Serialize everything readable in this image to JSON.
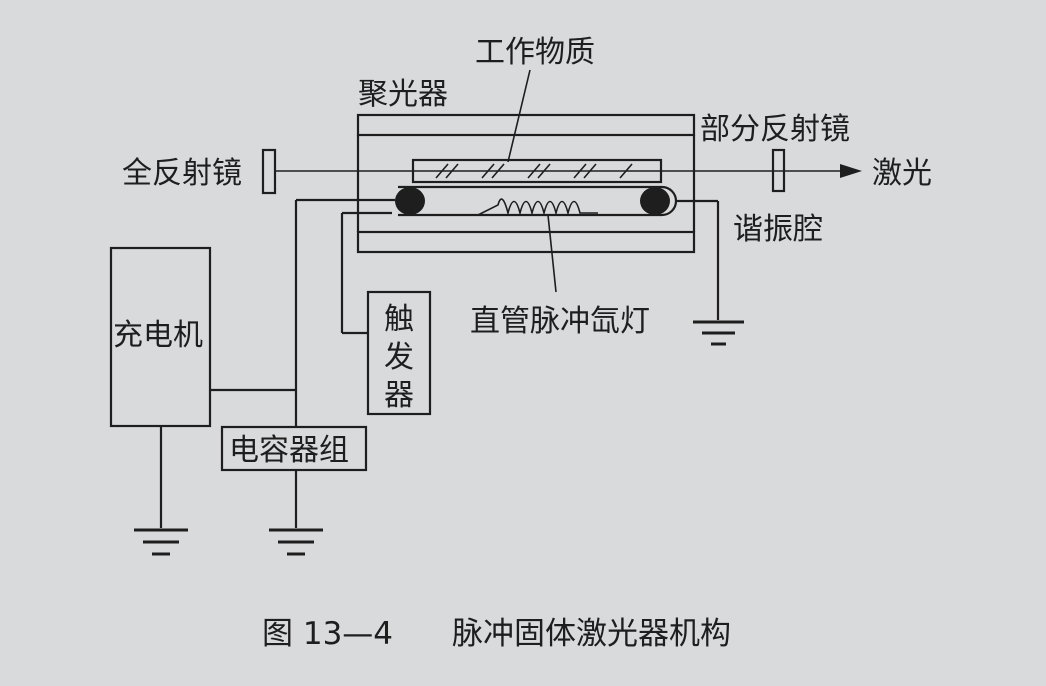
{
  "labels": {
    "concentrator": "聚光器",
    "working_medium": "工作物质",
    "partial_mirror": "部分反射镜",
    "full_mirror": "全反射镜",
    "laser": "激光",
    "resonator": "谐振腔",
    "xenon_lamp": "直管脉冲氙灯",
    "charger": "充电机",
    "trigger": [
      "触",
      "发",
      "器"
    ],
    "capacitor_bank": "电容器组"
  },
  "caption": {
    "figure_number": "图 13—4",
    "title": "脉冲固体激光器机构"
  }
}
